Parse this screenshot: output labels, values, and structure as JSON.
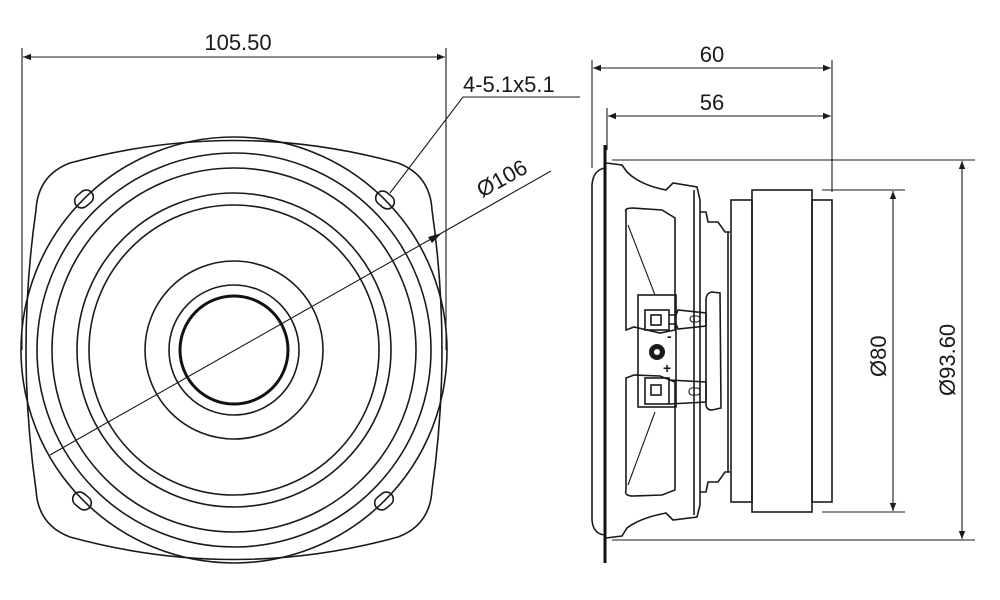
{
  "drawing": {
    "front_view": {
      "width_dim": "105.50",
      "hole_note": "4-5.1x5.1",
      "diameter_dim": "Ø106"
    },
    "side_view": {
      "depth_dim": "60",
      "body_depth_dim": "56",
      "magnet_dim": "Ø80",
      "basket_dim": "Ø93.60",
      "terminal_minus": "-",
      "terminal_plus": "+"
    }
  }
}
